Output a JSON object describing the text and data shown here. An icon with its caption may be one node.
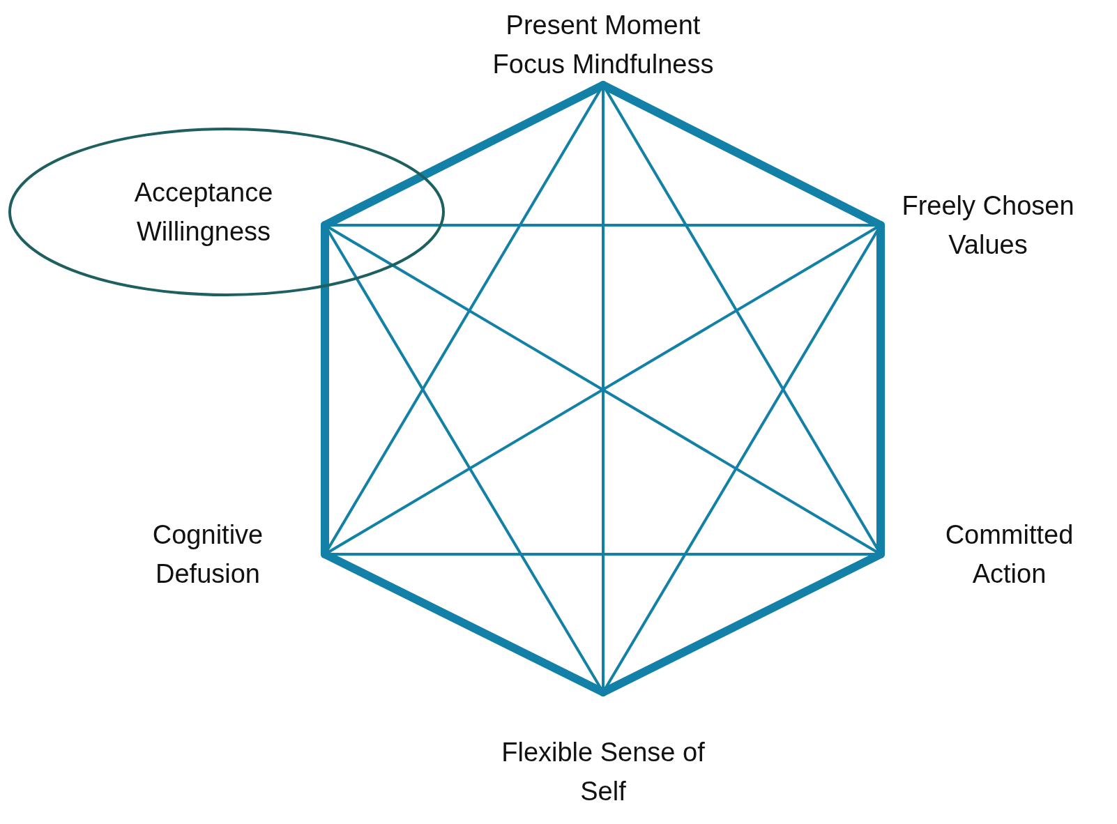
{
  "diagram": {
    "nodes": [
      {
        "text": [
          "Present Moment Focus Mindfulness"
        ]
      },
      {
        "text": [
          "Acceptance Willingness"
        ]
      },
      {
        "text": [
          "Freely Chosen Values"
        ]
      },
      {
        "text": [
          "Cognitive Defusion"
        ]
      },
      {
        "text": [
          "Committed Action"
        ]
      },
      {
        "text": [
          "Flexible Sense of Self"
        ]
      }
    ],
    "edges": [
      {
        "from": 0,
        "to": 2,
        "arrow": "none",
        "style": "thick"
      },
      {
        "from": 2,
        "to": 4,
        "arrow": "none",
        "style": "thick"
      },
      {
        "from": 4,
        "to": 5,
        "arrow": "none",
        "style": "thick"
      },
      {
        "from": 5,
        "to": 3,
        "arrow": "none",
        "style": "thick"
      },
      {
        "from": 3,
        "to": 1,
        "arrow": "none",
        "style": "thick"
      },
      {
        "from": 1,
        "to": 0,
        "arrow": "none",
        "style": "thick"
      },
      {
        "from": 0,
        "to": 5,
        "arrow": "none"
      },
      {
        "from": 1,
        "to": 4,
        "arrow": "none"
      },
      {
        "from": 2,
        "to": 3,
        "arrow": "none"
      },
      {
        "from": 1,
        "to": 2,
        "arrow": "none"
      },
      {
        "from": 3,
        "to": 4,
        "arrow": "none"
      },
      {
        "from": 0,
        "to": 3,
        "arrow": "none"
      },
      {
        "from": 0,
        "to": 4,
        "arrow": "none"
      },
      {
        "from": 1,
        "to": 5,
        "arrow": "none"
      },
      {
        "from": 2,
        "to": 5,
        "arrow": "none"
      }
    ]
  }
}
